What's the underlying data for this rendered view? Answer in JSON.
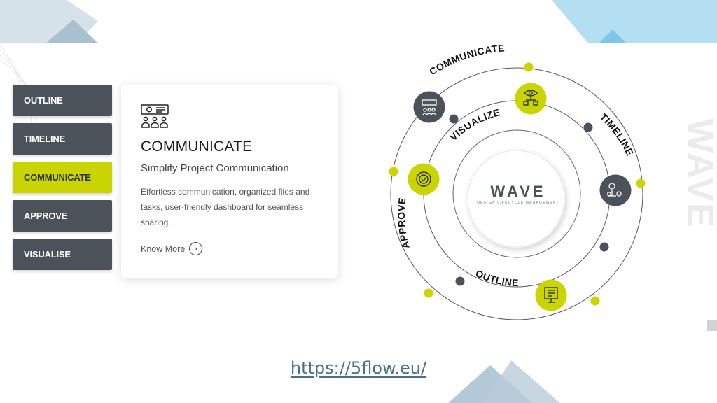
{
  "nav": {
    "items": [
      {
        "label": "OUTLINE"
      },
      {
        "label": "TIMELINE"
      },
      {
        "label": "COMMUNICATE",
        "active": true
      },
      {
        "label": "APPROVE"
      },
      {
        "label": "VISUALISE"
      }
    ]
  },
  "card": {
    "icon": "team-presentation-icon",
    "title": "COMMUNICATE",
    "subtitle": "Simplify Project Communication",
    "body": "Effortless communication, organized files and tasks, user-friendly dashboard for seamless sharing.",
    "link_label": "Know More",
    "link_icon": "chevron-right-icon"
  },
  "diagram": {
    "labels": {
      "communicate": "COMMUNICATE",
      "timeline": "TIMELINE",
      "visualize": "VISUALIZE",
      "approve": "APPROVE",
      "outline": "OUTLINE"
    },
    "logo_text": "WAVE",
    "logo_tagline": "DESIGN LIFECYCLE MANAGEMENT"
  },
  "watermark": "WAVE",
  "footer": {
    "link": "https://5flow.eu/"
  },
  "colors": {
    "accent": "#c9d400",
    "dark": "#4b5259",
    "deco_blue": "#b3dff1",
    "deco_gray": "#9bb7c9",
    "link": "#4a6f87"
  }
}
